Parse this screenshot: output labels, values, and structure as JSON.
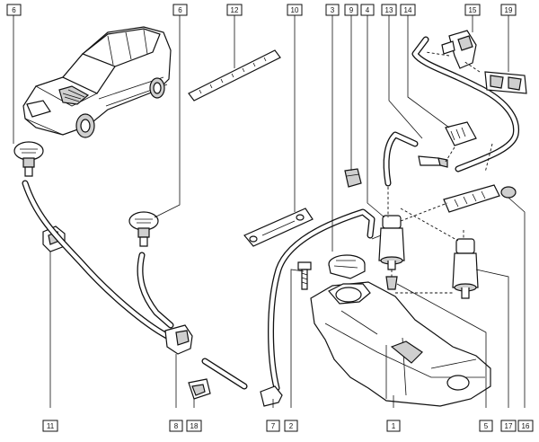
{
  "callouts": [
    {
      "id": "c6a",
      "label": "6"
    },
    {
      "id": "c6b",
      "label": "6"
    },
    {
      "id": "c12",
      "label": "12"
    },
    {
      "id": "c10",
      "label": "10"
    },
    {
      "id": "c3",
      "label": "3"
    },
    {
      "id": "c9",
      "label": "9"
    },
    {
      "id": "c4",
      "label": "4"
    },
    {
      "id": "c13",
      "label": "13"
    },
    {
      "id": "c14",
      "label": "14"
    },
    {
      "id": "c15",
      "label": "15"
    },
    {
      "id": "c19",
      "label": "19"
    },
    {
      "id": "c11",
      "label": "11"
    },
    {
      "id": "c8",
      "label": "8"
    },
    {
      "id": "c18",
      "label": "18"
    },
    {
      "id": "c7",
      "label": "7"
    },
    {
      "id": "c2",
      "label": "2"
    },
    {
      "id": "c1",
      "label": "1"
    },
    {
      "id": "c5",
      "label": "5"
    },
    {
      "id": "c17",
      "label": "17"
    },
    {
      "id": "c16",
      "label": "16"
    }
  ]
}
